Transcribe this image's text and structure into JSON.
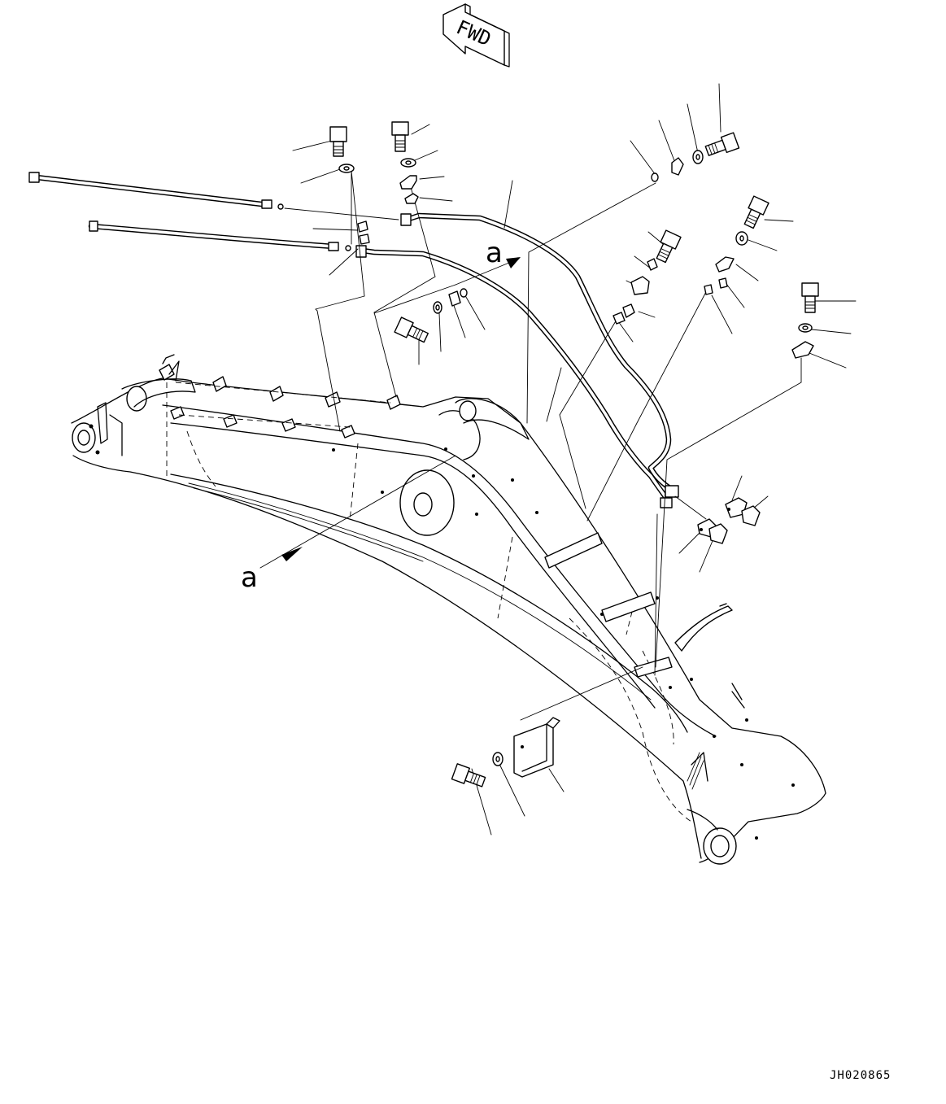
{
  "direction_marker": {
    "text": "FWD"
  },
  "view_labels": {
    "upper": "a",
    "lower": "a"
  },
  "drawing_code": "JH020865",
  "icons": [
    "fwd-arrow-icon",
    "hex-bolt-icon",
    "washer-icon",
    "clamp-icon",
    "cover-plate-icon"
  ]
}
